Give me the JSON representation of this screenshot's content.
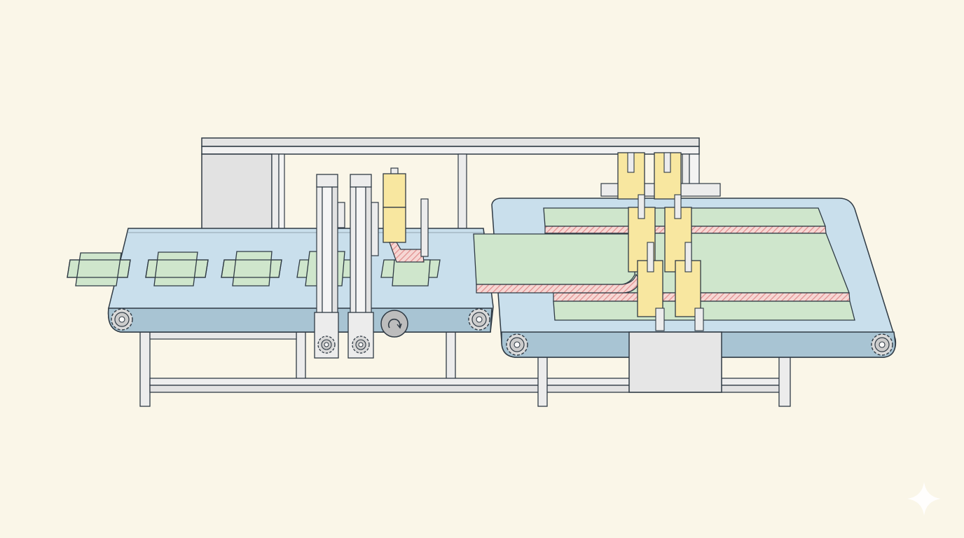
{
  "diagram": {
    "subject": "packaging-line-illustration",
    "colors": {
      "background": "#faf6e8",
      "outline": "#2f3a44",
      "frame": "#e4e4e4",
      "frame_shadow": "#cfcfcf",
      "belt_top": "#c9dfec",
      "belt_side": "#a8c4d3",
      "product": "#cfe6cc",
      "product_stroke": "#2f3a44",
      "tape_red": "#e08c8c",
      "actuator_yellow": "#f8e7a0",
      "gear_fill": "#d9d9d9"
    },
    "components": {
      "infeed_conveyor": {
        "icon": "conveyor"
      },
      "folding_arms": {
        "count": 2
      },
      "tape_applicator": {
        "icon": "tape-head"
      },
      "drive_roller": {
        "icon": "rotate-arrow-icon"
      },
      "outfeed_conveyor": {
        "icon": "conveyor"
      },
      "press_actuators": {
        "count": 6
      },
      "control_box": {
        "icon": "box"
      }
    },
    "product_count_infeed": 5,
    "watermark_icon": "sparkle-icon"
  }
}
